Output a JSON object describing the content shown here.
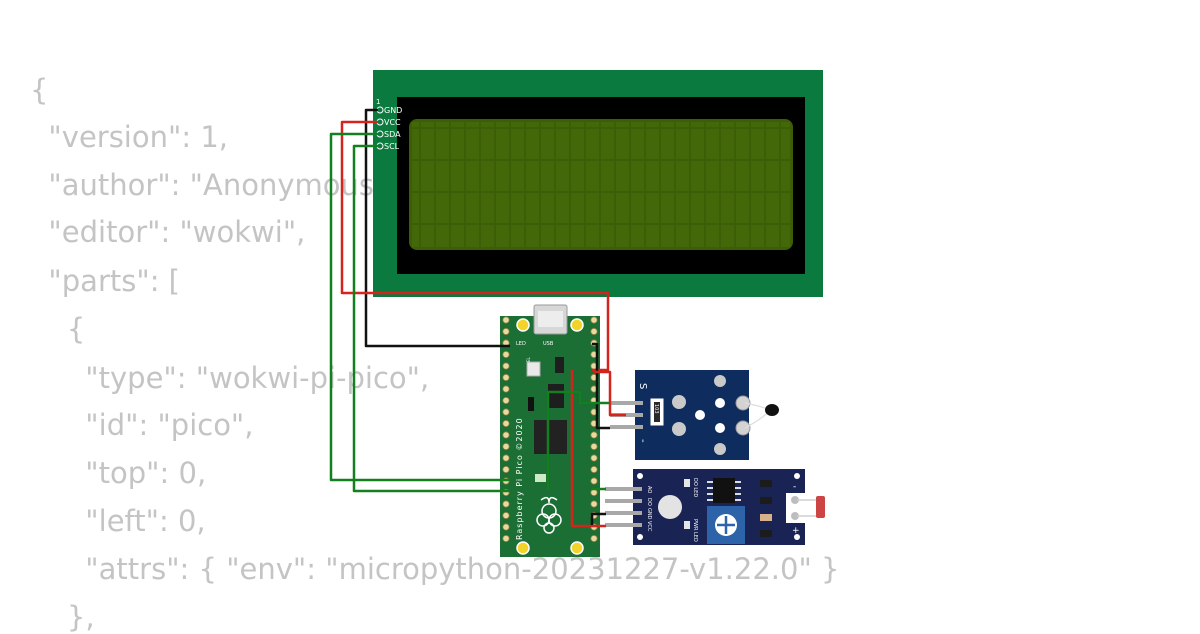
{
  "code": {
    "lines": [
      "{",
      "  \"version\": 1,",
      "  \"author\": \"Anonymous",
      "  \"editor\": \"wokwi\",",
      "  \"parts\": [",
      "    {",
      "      \"type\": \"wokwi-pi-pico\",",
      "      \"id\": \"pico\",",
      "      \"top\": 0,",
      "      \"left\": 0,",
      "      \"attrs\": { \"env\": \"micropython-20231227-v1.22.0\" }",
      "    },"
    ]
  },
  "lcd": {
    "pin_header": "1",
    "pins": [
      "GND",
      "VCC",
      "SDA",
      "SCL"
    ]
  },
  "pico": {
    "board_text": "Raspberry Pi Pico ©2020",
    "led_label": "LED",
    "usb_label": "USB",
    "bootsel_label": "BOOTSEL"
  },
  "ky": {
    "top_label": "S",
    "bottom_label": "-",
    "resistor_text": "103"
  },
  "ldr": {
    "pins": [
      "AO",
      "DO",
      "GND",
      "VCC"
    ],
    "led_do": "DO LED",
    "led_pwr": "PWR LED",
    "minus": "-",
    "plus": "+"
  },
  "colors": {
    "lcd_board": "#0b7a3e",
    "lcd_bezel": "#000000",
    "lcd_screen": "#3b5e06",
    "pico_board": "#1b6e34",
    "ky_board": "#0f2c5e",
    "ldr_board": "#1a2454",
    "wire_red": "#d4251c",
    "wire_green": "#12801f",
    "wire_black": "#111111",
    "code_text": "#c4c4c4"
  }
}
